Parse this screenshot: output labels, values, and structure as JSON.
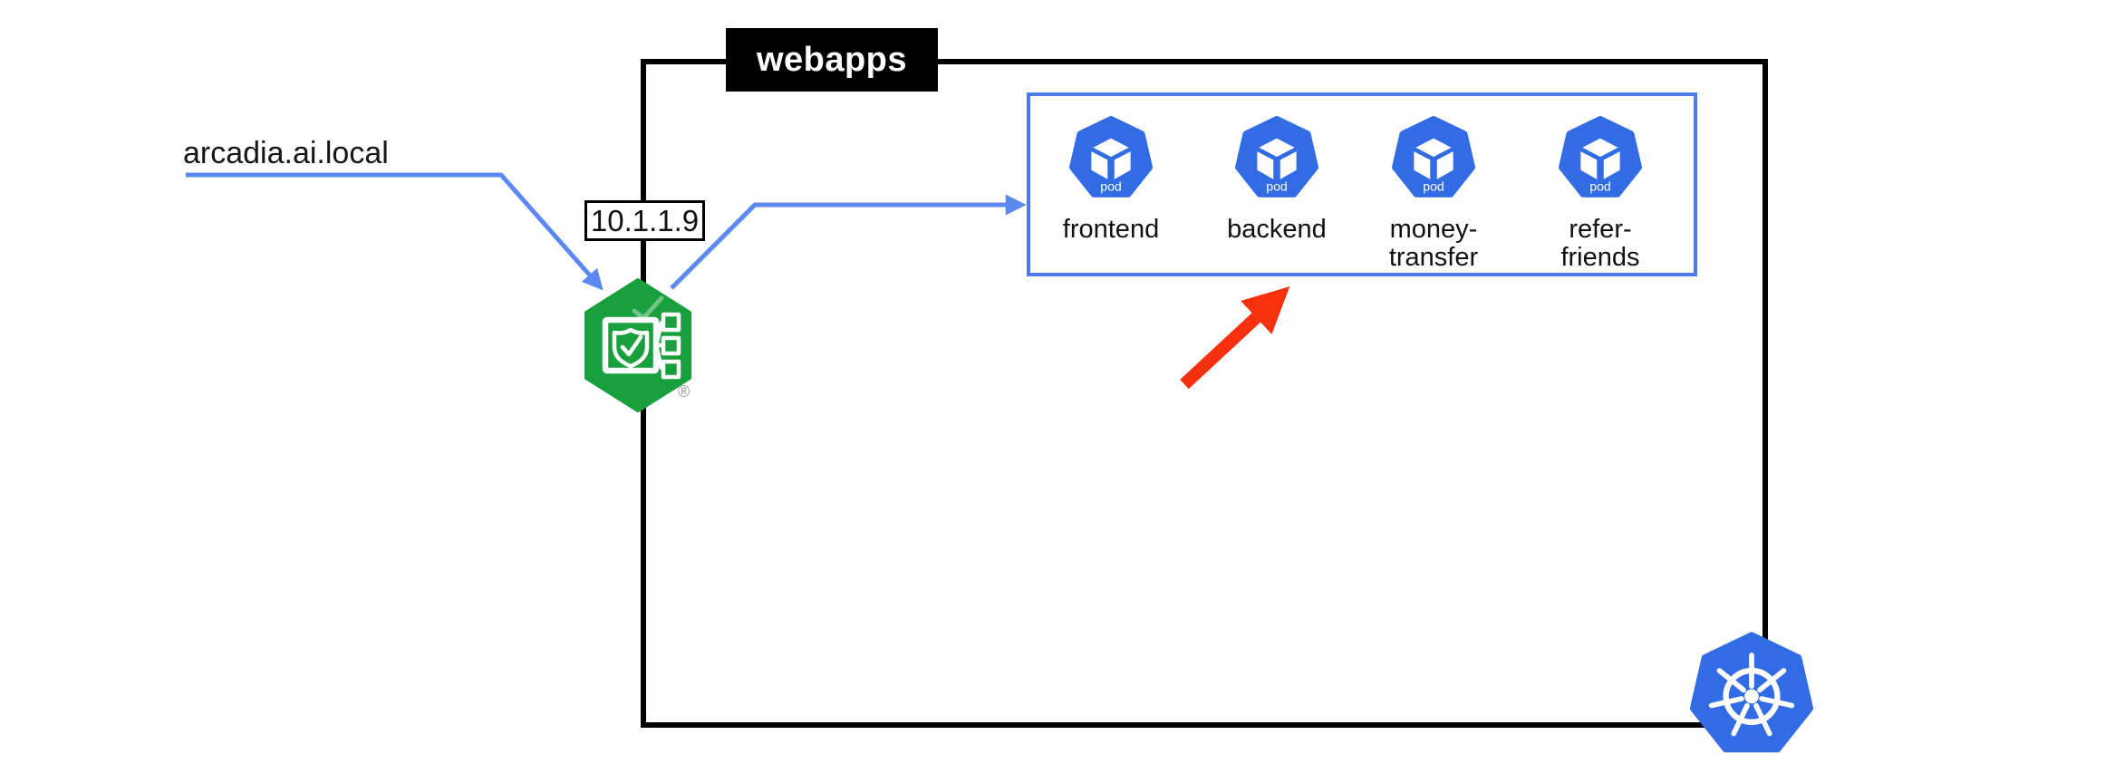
{
  "ingress": {
    "host": "arcadia.ai.local",
    "ip": "10.1.1.9",
    "registered_mark": "®"
  },
  "namespace": {
    "label": "webapps"
  },
  "pods_group": {
    "badge": "pod",
    "pods": [
      {
        "label": "frontend"
      },
      {
        "label": "backend"
      },
      {
        "label": "money-transfer"
      },
      {
        "label": "refer-friends"
      }
    ]
  },
  "colors": {
    "kubernetes_blue": "#326CE5",
    "nginx_green": "#18A03C",
    "connector_blue": "#5C88F2",
    "pods_border_blue": "#4D7CE9",
    "arrow_red": "#F5300F",
    "namespace_black": "#000000"
  }
}
